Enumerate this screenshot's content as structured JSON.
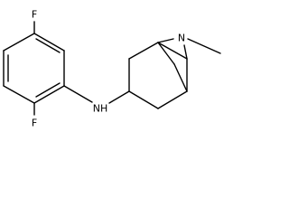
{
  "molecule": {
    "atoms": {
      "F_top": "F",
      "F_bottom": "F",
      "NH": "NH",
      "N_bridge": "N"
    }
  },
  "colors": {
    "bond": "#000000",
    "label": "#000000",
    "background": "#ffffff"
  }
}
